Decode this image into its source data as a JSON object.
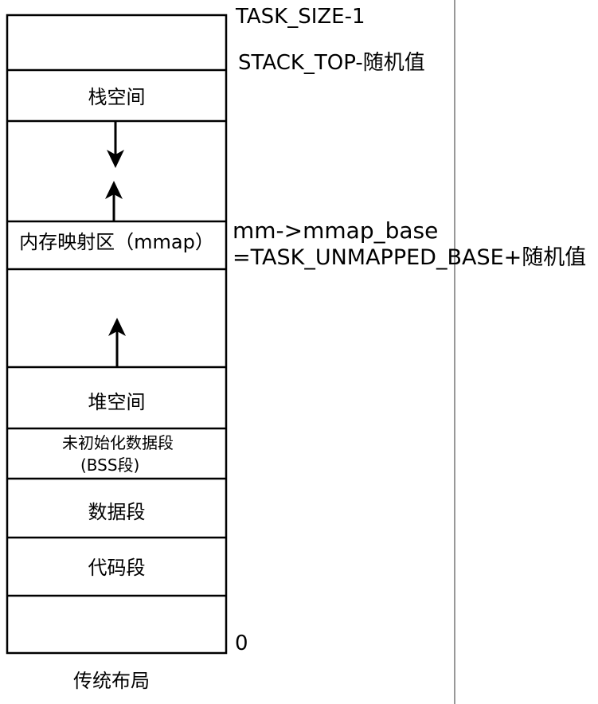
{
  "memory_layout": {
    "regions": {
      "stack": "栈空间",
      "mmap": "内存映射区（mmap）",
      "heap": "堆空间",
      "bss_line1": "未初始化数据段",
      "bss_line2": "(BSS段)",
      "data": "数据段",
      "code": "代码段"
    },
    "addresses": {
      "task_size": "TASK_SIZE-1",
      "stack_top": "STACK_TOP-随机值",
      "mmap_base_line1": "mm->mmap_base",
      "mmap_base_line2": "=TASK_UNMAPPED_BASE+随机值",
      "zero": "0"
    },
    "caption": "传统布局"
  },
  "colors": {
    "line": "#000000",
    "separator": "#555555",
    "background": "#ffffff"
  }
}
